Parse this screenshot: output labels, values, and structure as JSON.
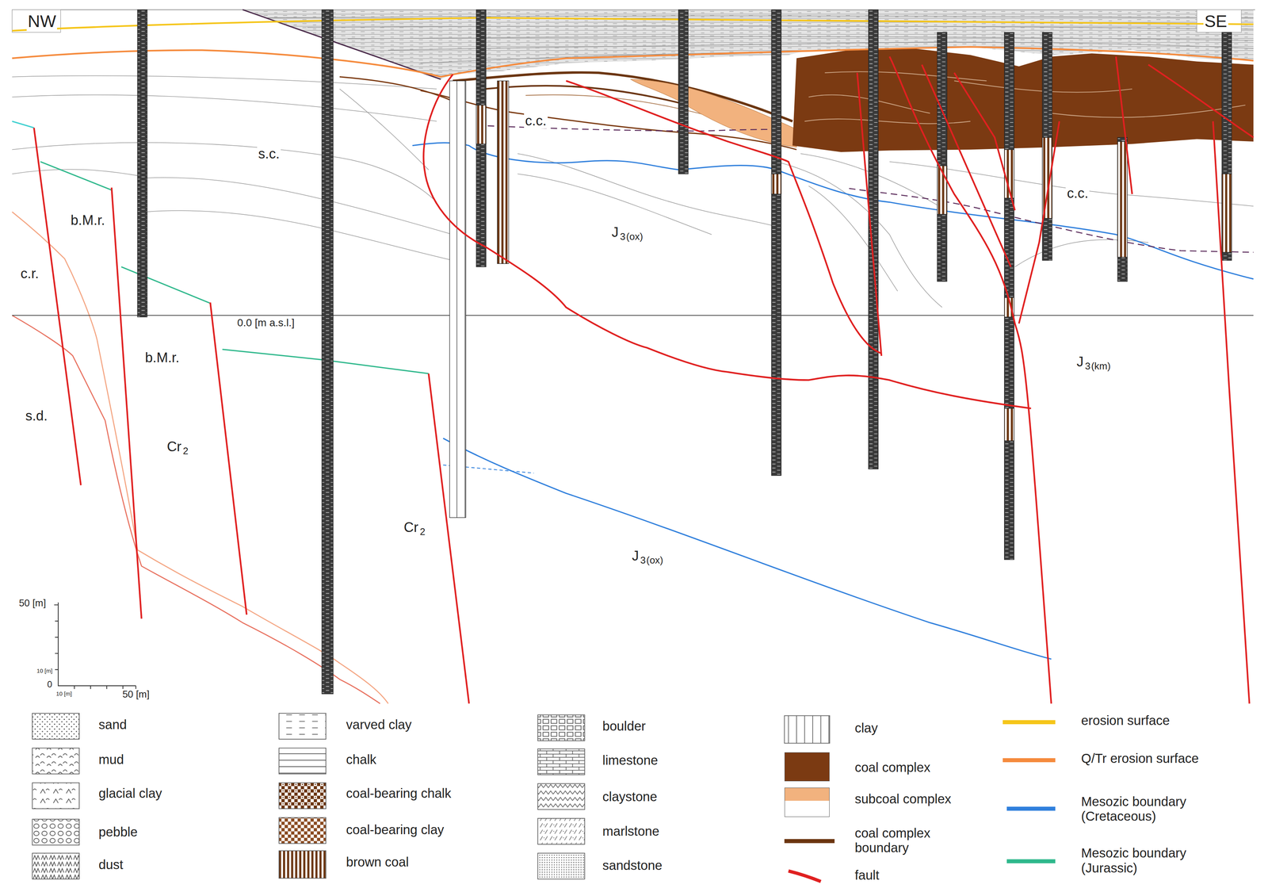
{
  "diagram": {
    "labels": [
      "NW",
      "SE",
      "c.c.",
      "s.c.",
      "c.c.",
      "b.M.r.",
      "J",
      "3",
      "(ox)",
      "c.r.",
      "0.0 [m a.s.l.]",
      "b.M.r.",
      "J",
      "3",
      "(km)",
      "s.d.",
      "Cr",
      "2",
      "Cr",
      "2",
      "J",
      "3",
      "(ox)",
      "50 [m]",
      "10 [m]",
      "0",
      "10 [m]",
      "50 [m]"
    ],
    "legend": [
      {
        "text": "sand"
      },
      {
        "text": "mud"
      },
      {
        "text": "glacial clay"
      },
      {
        "text": "pebble"
      },
      {
        "text": "dust"
      },
      {
        "text": "varved clay"
      },
      {
        "text": "chalk"
      },
      {
        "text": "coal-bearing chalk"
      },
      {
        "text": "coal-bearing clay"
      },
      {
        "text": "brown coal"
      },
      {
        "text": "boulder"
      },
      {
        "text": "limestone"
      },
      {
        "text": "claystone"
      },
      {
        "text": "marlstone"
      },
      {
        "text": "sandstone"
      },
      {
        "text": "clay"
      },
      {
        "text": "coal complex",
        "color": "#7b3a12"
      },
      {
        "text": "subcoal complex",
        "color": "#f2b27e"
      },
      {
        "text": "coal complex boundary"
      },
      {
        "text": "fault"
      },
      {
        "text": "erosion surface"
      },
      {
        "text": "Q/Tr erosion surface"
      },
      {
        "text": "Mesozic boundary (Cretaceous)"
      },
      {
        "text": "Mesozic boundary (Jurassic)"
      }
    ]
  }
}
